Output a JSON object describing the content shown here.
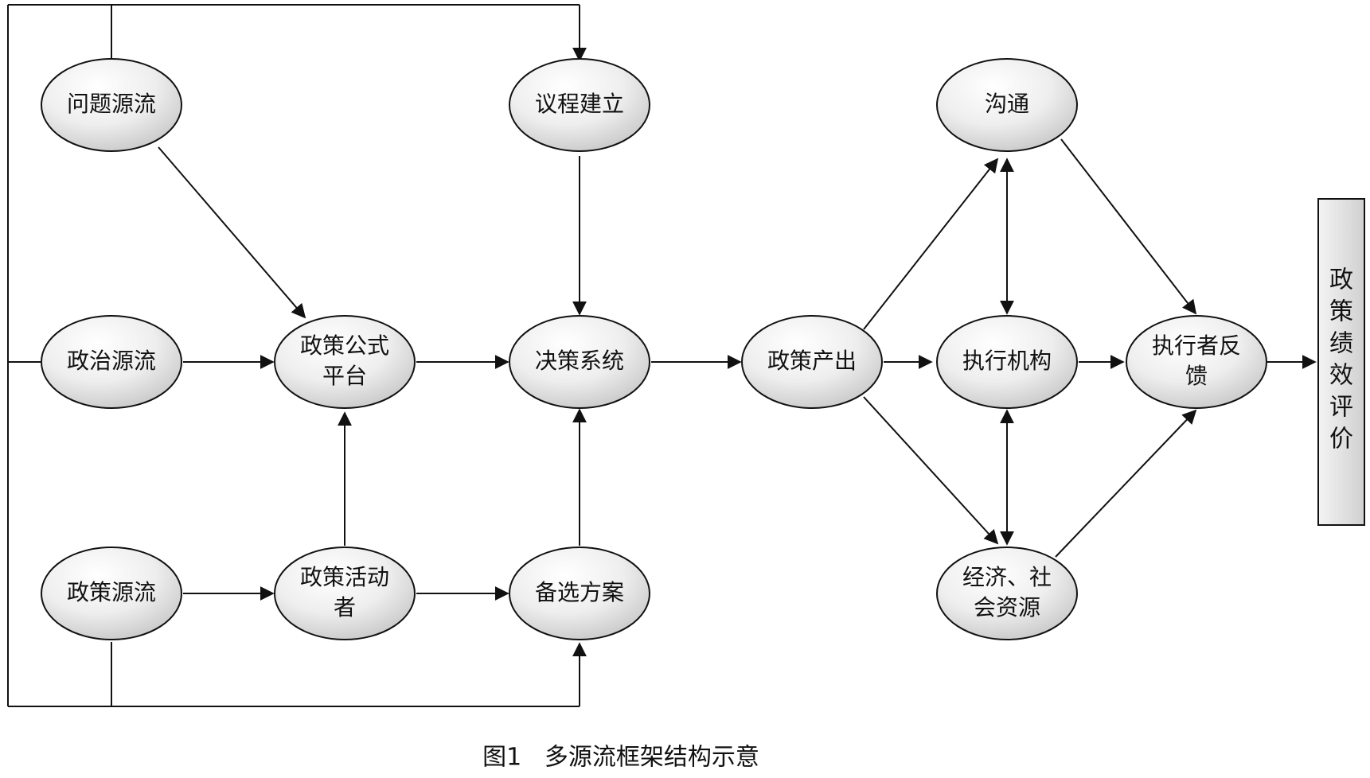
{
  "nodes": {
    "wenti": [
      "问题源流"
    ],
    "zhengzhi": [
      "政治源流"
    ],
    "zhengce": [
      "政策源流"
    ],
    "gongshi": [
      "政策公式",
      "平台"
    ],
    "huodong": [
      "政策活动",
      "者"
    ],
    "yicheng": [
      "议程建立"
    ],
    "juece": [
      "决策系统"
    ],
    "beixuan": [
      "备选方案"
    ],
    "chanchu": [
      "政策产出"
    ],
    "goutong": [
      "沟通"
    ],
    "zhixing": [
      "执行机构"
    ],
    "ziyuan": [
      "经济、社",
      "会资源"
    ],
    "fankui": [
      "执行者反",
      "馈"
    ]
  },
  "evaluation_box": [
    "政",
    "策",
    "绩",
    "效",
    "评",
    "价"
  ],
  "caption": "图1   多源流框架结构示意"
}
